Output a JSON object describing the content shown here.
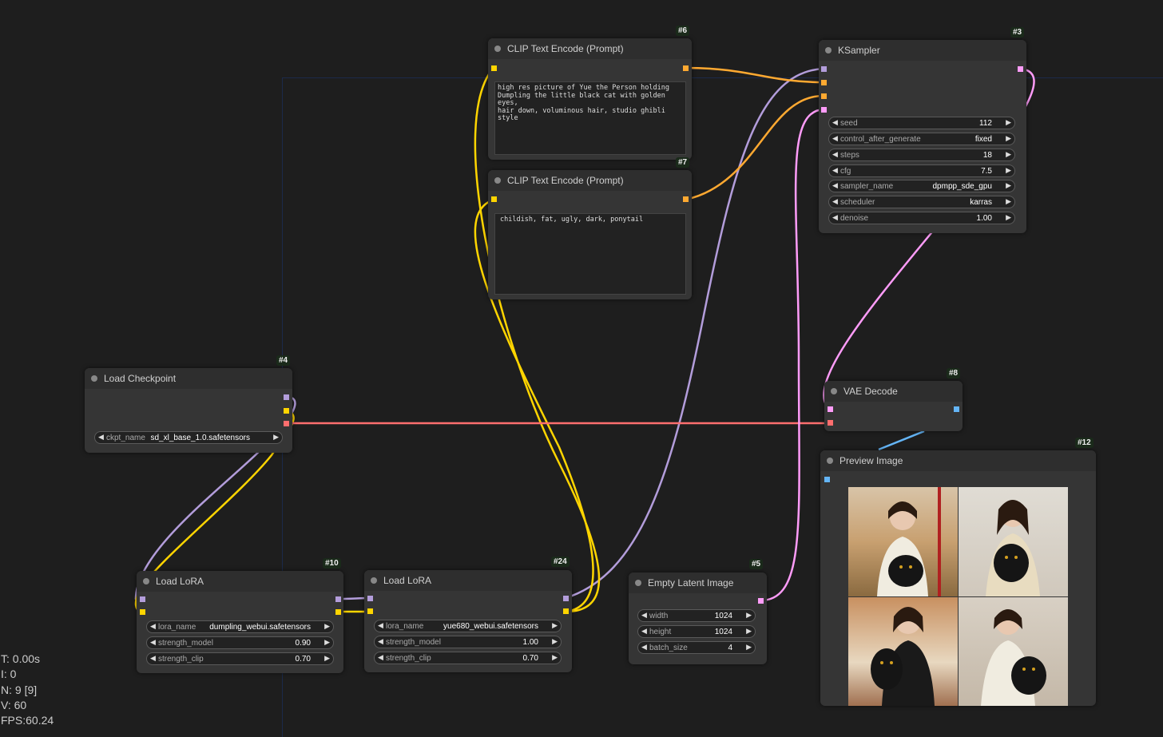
{
  "colors": {
    "background": "#1e1e1e",
    "node_bg": "#353535",
    "model": "#b39ddb",
    "clip": "#ffd500",
    "vae": "#ff6e6e",
    "conditioning": "#ffa931",
    "latent": "#ff9cf9",
    "image": "#64b5f6"
  },
  "nodes": {
    "clip_pos": {
      "id": "#6",
      "title": "CLIP Text Encode (Prompt)",
      "text": "high res picture of Yue the Person holding\nDumpling the little black cat with golden eyes,\nhair down, voluminous hair, studio ghibli style"
    },
    "clip_neg": {
      "id": "#7",
      "title": "CLIP Text Encode (Prompt)",
      "text": "childish, fat, ugly, dark, ponytail"
    },
    "ksampler": {
      "id": "#3",
      "title": "KSampler",
      "widgets": [
        {
          "label": "seed",
          "value": "112"
        },
        {
          "label": "control_after_generate",
          "value": "fixed"
        },
        {
          "label": "steps",
          "value": "18"
        },
        {
          "label": "cfg",
          "value": "7.5"
        },
        {
          "label": "sampler_name",
          "value": "dpmpp_sde_gpu"
        },
        {
          "label": "scheduler",
          "value": "karras"
        },
        {
          "label": "denoise",
          "value": "1.00"
        }
      ]
    },
    "checkpoint": {
      "id": "#4",
      "title": "Load Checkpoint",
      "widgets": [
        {
          "label": "ckpt_name",
          "value": "sd_xl_base_1.0.safetensors"
        }
      ]
    },
    "vae_decode": {
      "id": "#8",
      "title": "VAE Decode"
    },
    "preview": {
      "id": "#12",
      "title": "Preview Image"
    },
    "lora1": {
      "id": "#10",
      "title": "Load LoRA",
      "widgets": [
        {
          "label": "lora_name",
          "value": "dumpling_webui.safetensors"
        },
        {
          "label": "strength_model",
          "value": "0.90"
        },
        {
          "label": "strength_clip",
          "value": "0.70"
        }
      ]
    },
    "lora2": {
      "id": "#24",
      "title": "Load LoRA",
      "widgets": [
        {
          "label": "lora_name",
          "value": "yue680_webui.safetensors"
        },
        {
          "label": "strength_model",
          "value": "1.00"
        },
        {
          "label": "strength_clip",
          "value": "0.70"
        }
      ]
    },
    "latent": {
      "id": "#5",
      "title": "Empty Latent Image",
      "widgets": [
        {
          "label": "width",
          "value": "1024"
        },
        {
          "label": "height",
          "value": "1024"
        },
        {
          "label": "batch_size",
          "value": "4"
        }
      ]
    }
  },
  "stats": {
    "t": "T: 0.00s",
    "i": "I: 0",
    "n": "N: 9 [9]",
    "v": "V: 60",
    "fps": "FPS:60.24"
  }
}
